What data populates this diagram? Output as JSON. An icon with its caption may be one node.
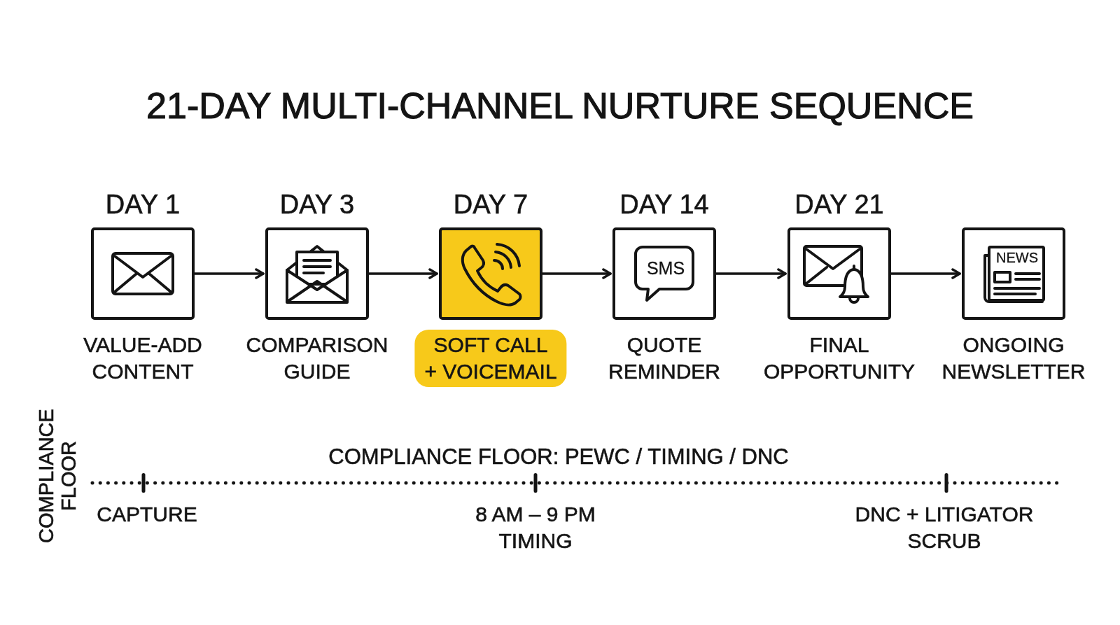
{
  "diagram": {
    "title": "21-DAY MULTI-CHANNEL NURTURE SEQUENCE",
    "nodes": [
      {
        "text": [
          "DAY 1",
          "VALUE-ADD CONTENT"
        ]
      },
      {
        "text": [
          "DAY 3",
          "COMPARISON GUIDE"
        ]
      },
      {
        "text": [
          "DAY 7",
          "SOFT CALL + VOICEMAIL"
        ]
      },
      {
        "text": [
          "DAY 14",
          "QUOTE REMINDER"
        ]
      },
      {
        "text": [
          "DAY 21",
          "FINAL OPPORTUNITY"
        ]
      },
      {
        "text": [
          "ONGOING NEWSLETTER"
        ]
      }
    ],
    "edges": [
      {
        "from": 0,
        "to": 1,
        "arrow": "to"
      },
      {
        "from": 1,
        "to": 2,
        "arrow": "to"
      },
      {
        "from": 2,
        "to": 3,
        "arrow": "to"
      },
      {
        "from": 3,
        "to": 4,
        "arrow": "to"
      },
      {
        "from": 4,
        "to": 5,
        "arrow": "to"
      }
    ],
    "labels": [
      "SMS",
      "NEWS",
      "COMPLIANCE FLOOR",
      "COMPLIANCE FLOOR: PEWC / TIMING / DNC",
      "CAPTURE",
      "8 AM – 9 PM TIMING",
      "DNC + LITIGATOR SCRUB"
    ]
  }
}
